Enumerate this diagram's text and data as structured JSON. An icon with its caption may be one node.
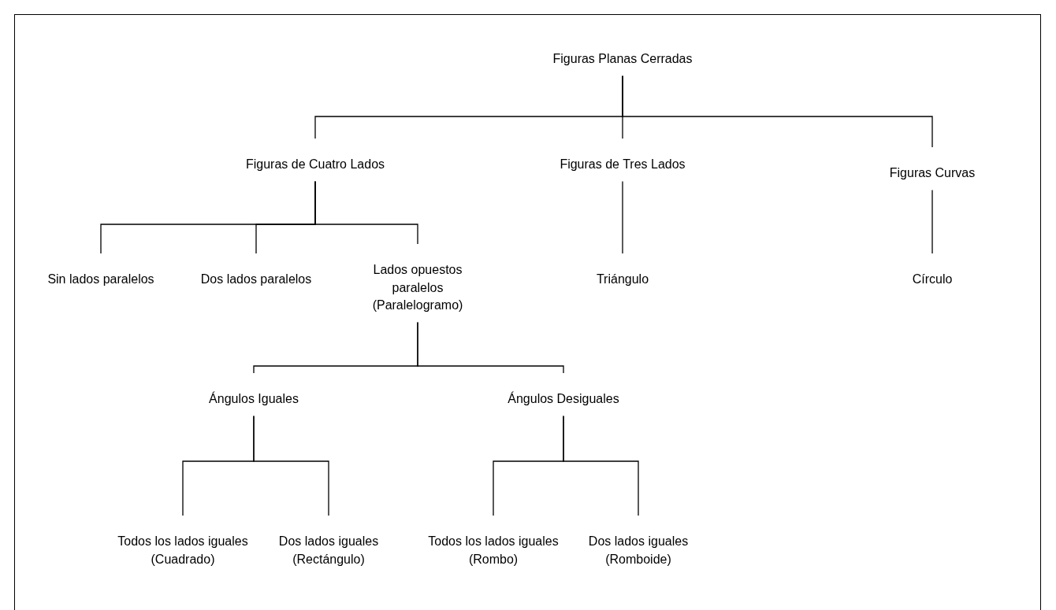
{
  "diagram": {
    "nodes": [
      {
        "text": [
          "Figuras Planas Cerradas"
        ]
      },
      {
        "text": [
          "Figuras de Cuatro Lados"
        ]
      },
      {
        "text": [
          "Figuras de Tres Lados"
        ]
      },
      {
        "text": [
          "Figuras Curvas"
        ]
      },
      {
        "text": [
          "Sin lados paralelos"
        ]
      },
      {
        "text": [
          "Dos lados paralelos"
        ]
      },
      {
        "text": [
          "Lados opuestos paralelos (Paralelogramo)"
        ]
      },
      {
        "text": [
          "Triángulo"
        ]
      },
      {
        "text": [
          "Círculo"
        ]
      },
      {
        "text": [
          "Ángulos Iguales"
        ]
      },
      {
        "text": [
          "Ángulos Desiguales"
        ]
      },
      {
        "text": [
          "Todos los lados iguales (Cuadrado)"
        ]
      },
      {
        "text": [
          "Dos lados iguales (Rectángulo)"
        ]
      },
      {
        "text": [
          "Todos los lados iguales (Rombo)"
        ]
      },
      {
        "text": [
          "Dos lados iguales (Romboide)"
        ]
      }
    ],
    "edges": [
      {
        "from": 0,
        "to": 1,
        "arrow": "none"
      },
      {
        "from": 0,
        "to": 2,
        "arrow": "none"
      },
      {
        "from": 0,
        "to": 3,
        "arrow": "none"
      },
      {
        "from": 1,
        "to": 4,
        "arrow": "none"
      },
      {
        "from": 1,
        "to": 5,
        "arrow": "none"
      },
      {
        "from": 1,
        "to": 6,
        "arrow": "none"
      },
      {
        "from": 2,
        "to": 7,
        "arrow": "none"
      },
      {
        "from": 3,
        "to": 8,
        "arrow": "none"
      },
      {
        "from": 6,
        "to": 9,
        "arrow": "none"
      },
      {
        "from": 6,
        "to": 10,
        "arrow": "none"
      },
      {
        "from": 9,
        "to": 11,
        "arrow": "none"
      },
      {
        "from": 9,
        "to": 12,
        "arrow": "none"
      },
      {
        "from": 10,
        "to": 13,
        "arrow": "none"
      },
      {
        "from": 10,
        "to": 14,
        "arrow": "none"
      }
    ]
  }
}
